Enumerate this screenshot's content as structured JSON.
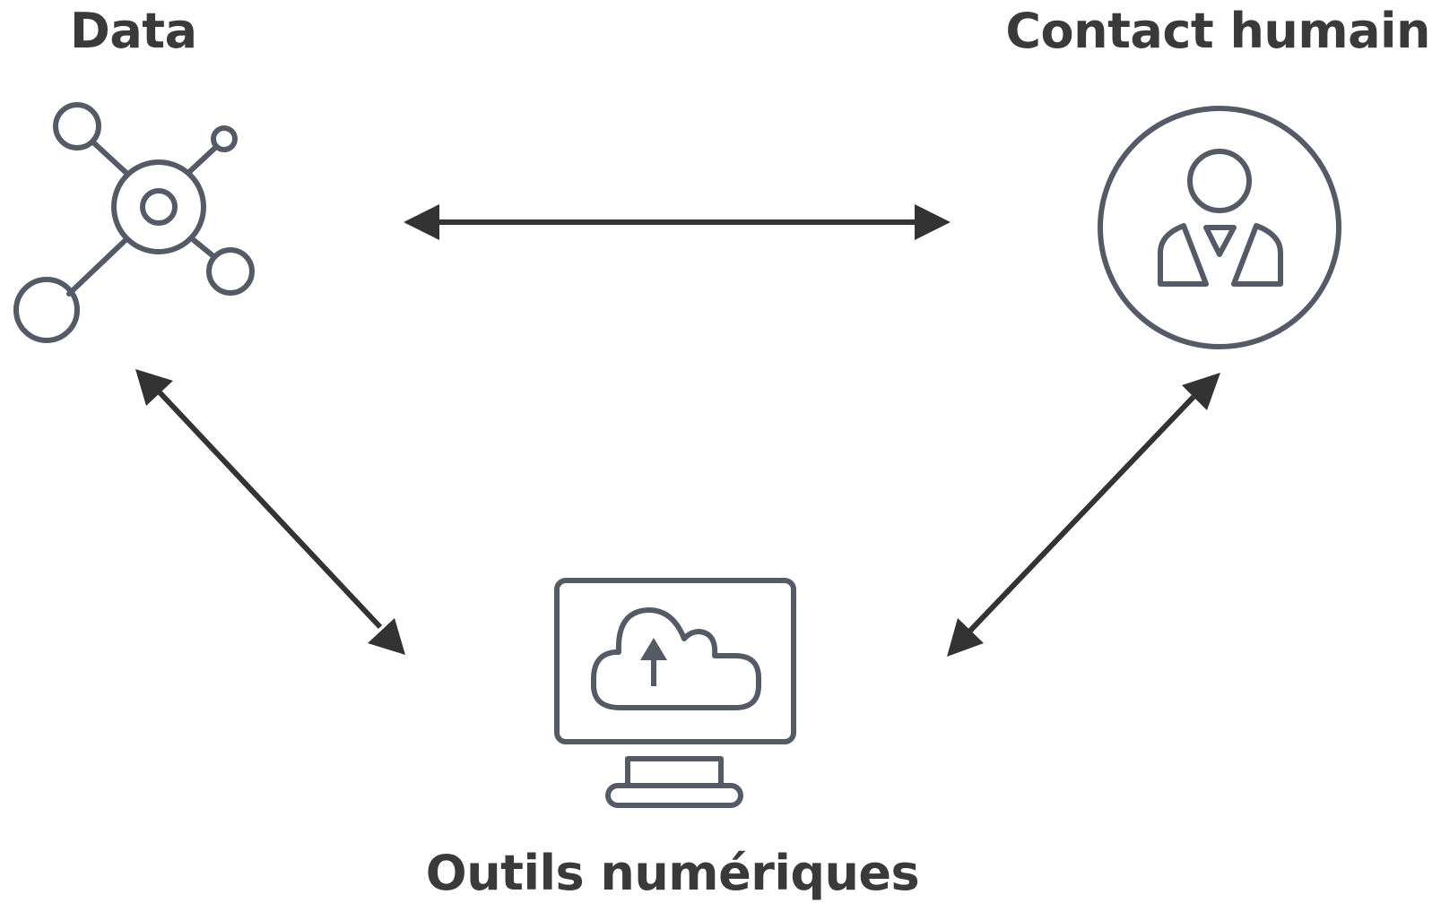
{
  "nodes": {
    "data": {
      "label": "Data",
      "icon": "network-hub-icon"
    },
    "contact": {
      "label": "Contact humain",
      "icon": "person-circle-icon"
    },
    "outils": {
      "label": "Outils numériques",
      "icon": "monitor-cloud-upload-icon"
    }
  },
  "colors": {
    "icon": "#555b66",
    "arrow": "#333333",
    "text": "#3a3a3a"
  },
  "edges": [
    {
      "from": "data",
      "to": "contact",
      "direction": "bidirectional"
    },
    {
      "from": "data",
      "to": "outils",
      "direction": "bidirectional"
    },
    {
      "from": "contact",
      "to": "outils",
      "direction": "bidirectional"
    }
  ]
}
